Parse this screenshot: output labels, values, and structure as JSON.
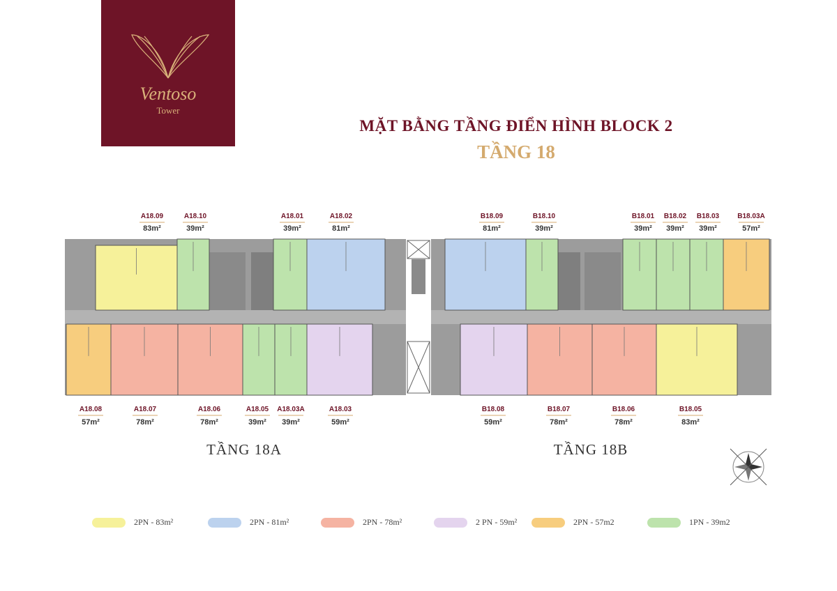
{
  "logo": {
    "name": "Ventoso",
    "sub": "Tower"
  },
  "title": "MẶT BẰNG TẦNG ĐIỂN HÌNH BLOCK 2",
  "subtitle": "TẦNG 18",
  "colors": {
    "brand": "#6e1427",
    "gold": "#d4aa6e",
    "yellow": "#f6f19a",
    "blue": "#bcd2ee",
    "salmon": "#f5b3a2",
    "lavender": "#e4d4ee",
    "orange": "#f7cd7e",
    "green": "#bde3ac",
    "corridor": "#a6a6a6",
    "core": "#8a8a8a"
  },
  "units_top": [
    {
      "code": "A18.09",
      "area": "83m²",
      "type": "yellow"
    },
    {
      "code": "A18.10",
      "area": "39m²",
      "type": "green"
    },
    {
      "code": "A18.01",
      "area": "39m²",
      "type": "green"
    },
    {
      "code": "A18.02",
      "area": "81m²",
      "type": "blue"
    },
    {
      "code": "B18.09",
      "area": "81m²",
      "type": "blue"
    },
    {
      "code": "B18.10",
      "area": "39m²",
      "type": "green"
    },
    {
      "code": "B18.01",
      "area": "39m²",
      "type": "green"
    },
    {
      "code": "B18.02",
      "area": "39m²",
      "type": "green"
    },
    {
      "code": "B18.03",
      "area": "39m²",
      "type": "green"
    },
    {
      "code": "B18.03A",
      "area": "57m²",
      "type": "orange"
    }
  ],
  "units_bottom": [
    {
      "code": "A18.08",
      "area": "57m²",
      "type": "orange"
    },
    {
      "code": "A18.07",
      "area": "78m²",
      "type": "salmon"
    },
    {
      "code": "A18.06",
      "area": "78m²",
      "type": "salmon"
    },
    {
      "code": "A18.05",
      "area": "39m²",
      "type": "green"
    },
    {
      "code": "A18.03A",
      "area": "39m²",
      "type": "green"
    },
    {
      "code": "A18.03",
      "area": "59m²",
      "type": "lavender"
    },
    {
      "code": "B18.08",
      "area": "59m²",
      "type": "lavender"
    },
    {
      "code": "B18.07",
      "area": "78m²",
      "type": "salmon"
    },
    {
      "code": "B18.06",
      "area": "78m²",
      "type": "salmon"
    },
    {
      "code": "B18.05",
      "area": "83m²",
      "type": "yellow"
    }
  ],
  "floors": {
    "a": "TẦNG 18A",
    "b": "TẦNG 18B"
  },
  "legend": [
    {
      "label": "2PN - 83m²",
      "type": "yellow"
    },
    {
      "label": "2PN - 81m²",
      "type": "blue"
    },
    {
      "label": "2PN - 78m²",
      "type": "salmon"
    },
    {
      "label": "2 PN - 59m²",
      "type": "lavender"
    },
    {
      "label": "2PN - 57m2",
      "type": "orange"
    },
    {
      "label": "1PN - 39m2",
      "type": "green"
    }
  ]
}
